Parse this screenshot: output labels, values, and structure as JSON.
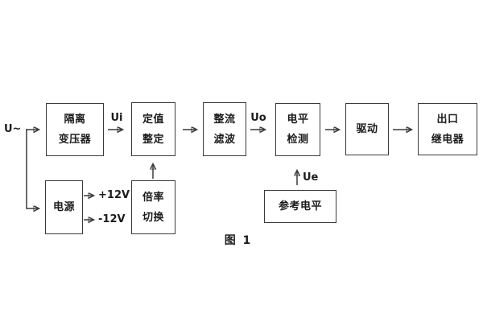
{
  "figure": {
    "caption": "图 1",
    "colors": {
      "line": "#3a3a3a",
      "text": "#1c1c1c",
      "background": "#ffffff"
    },
    "labels": {
      "input": "U~",
      "ui": "Ui",
      "uo": "Uo",
      "ue": "Ue",
      "rail_pos": "+12V",
      "rail_neg": "-12V"
    },
    "blocks": {
      "isolation_transformer": {
        "line1": "隔离",
        "line2": "变压器"
      },
      "value_setting": {
        "line1": "定值",
        "line2": "整定"
      },
      "rectifier_filter": {
        "line1": "整流",
        "line2": "滤波"
      },
      "level_detector": {
        "line1": "电平",
        "line2": "检测"
      },
      "driver": {
        "line1": "驱动"
      },
      "output_relay": {
        "line1": "出口",
        "line2": "继电器"
      },
      "power_supply": {
        "line1": "电源"
      },
      "ratio_switch": {
        "line1": "倍率",
        "line2": "切换"
      },
      "reference_level": {
        "line1": "参考电平"
      }
    }
  }
}
